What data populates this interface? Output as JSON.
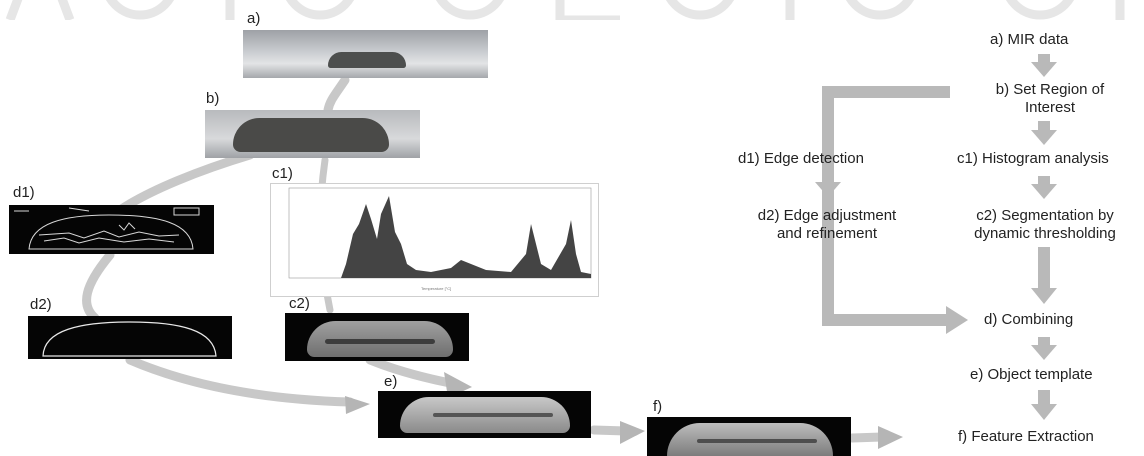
{
  "left_labels": {
    "a": "a)",
    "b": "b)",
    "c1": "c1)",
    "d1": "d1)",
    "d2": "d2)",
    "c2": "c2)",
    "e": "e)",
    "f": "f)"
  },
  "flow_steps": {
    "a": "a) MIR data",
    "b_line1": "b) Set Region of",
    "b_line2": "Interest",
    "c1": "c1) Histogram analysis",
    "c2_line1": "c2) Segmentation by",
    "c2_line2": "dynamic thresholding",
    "d1": "d1) Edge detection",
    "d2_line1": "d2) Edge adjustment",
    "d2_line2": "and refinement",
    "d": "d) Combining",
    "e": "e) Object template",
    "f": "f) Feature Extraction"
  },
  "colors": {
    "arrow": "#b9b9b9",
    "image_dark": "#050505",
    "histogram_fill": "#444444"
  }
}
